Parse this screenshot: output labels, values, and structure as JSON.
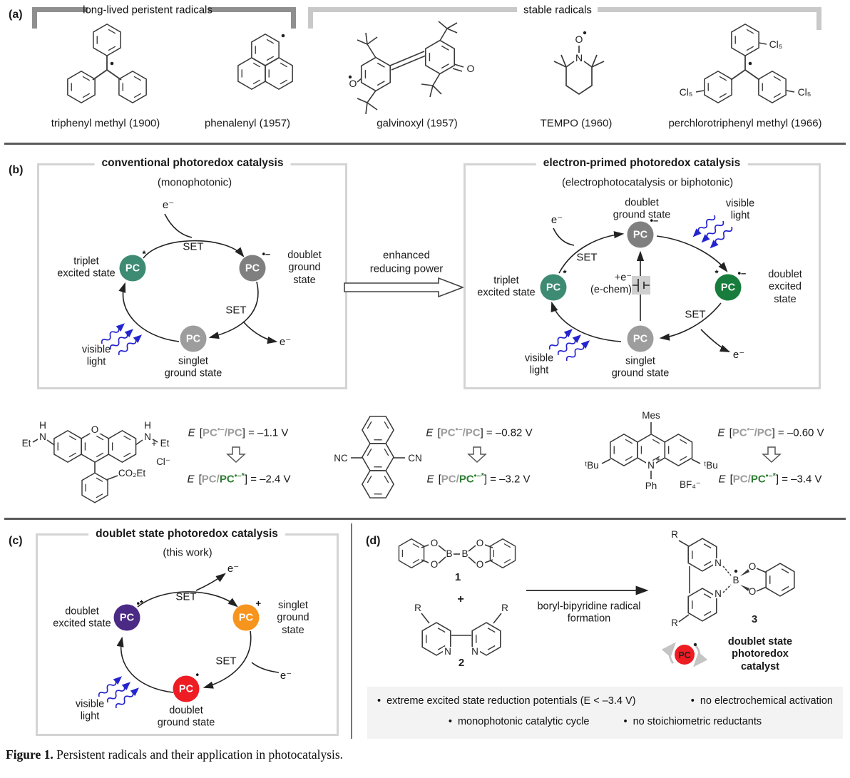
{
  "colors": {
    "triplet_green": "#3d8b72",
    "doublet_excited_green": "#187d3c",
    "gray_dark": "#7f7f7f",
    "gray_light": "#9d9d9d",
    "purple": "#4b2a85",
    "orange": "#f7941d",
    "red": "#ee1c23",
    "light_arrow_blue": "#2424cf",
    "green_text": "#2e7d32",
    "gray_text": "#9b9b9b"
  },
  "panel_a": {
    "label": "(a)",
    "group1_title": "long-lived peristent radicals",
    "group2_title": "stable radicals",
    "mol1_name": "triphenyl methyl (1900)",
    "mol2_name": "phenalenyl (1957)",
    "mol3_name": "galvinoxyl (1957)",
    "mol4_name": "TEMPO (1960)",
    "mol5_name": "perchlorotriphenyl methyl (1966)",
    "galvinoxyl": {
      "o_left": "O",
      "o_right": "O"
    },
    "tempo": {
      "o": "O",
      "n": "N"
    },
    "pctm": {
      "cl_top": "Cl₅",
      "cl_left": "Cl₅",
      "cl_right": "Cl₅"
    }
  },
  "panel_b": {
    "label": "(b)",
    "left": {
      "title": "conventional photoredox catalysis",
      "subtitle": "(monophotonic)",
      "e_in": "e⁻",
      "e_out": "e⁻",
      "set1": "SET",
      "set2": "SET",
      "light": "visible\nlight",
      "triplet": {
        "pc": "PC",
        "sup": "*",
        "label": "triplet\nexcited state"
      },
      "doublet": {
        "pc": "PC",
        "sup": "•–",
        "label": "doublet\nground state"
      },
      "singlet": {
        "pc": "PC",
        "sup": "",
        "label": "singlet\nground state"
      }
    },
    "arrow": {
      "line1": "enhanced",
      "line2": "reducing power"
    },
    "right": {
      "title": "electron-primed photoredox catalysis",
      "subtitle": "(electrophotocatalysis or biphotonic)",
      "e_in": "e⁻",
      "e_out": "e⁻",
      "set1": "SET",
      "set2": "SET",
      "light_top": "visible\nlight",
      "light_bottom": "visible\nlight",
      "echem": "+e⁻\n(e-chem)",
      "triplet": {
        "pc": "PC",
        "sup": "*",
        "label": "triplet\nexcited state"
      },
      "doublet_ground": {
        "pc": "PC",
        "sup": "•–",
        "label": "doublet\nground state"
      },
      "doublet_excited": {
        "sup_left": "*",
        "pc": "PC",
        "sup": "•–",
        "label": "doublet\nexcited state"
      },
      "singlet": {
        "pc": "PC",
        "sup": "",
        "label": "singlet\nground state"
      }
    },
    "catalysts": [
      {
        "top": {
          "e": "E",
          "open": " [",
          "pc1": "PC",
          "pc1s": "•–",
          "slash": "/",
          "pc2": "PC",
          "pc2s": "",
          "tail": "] = –1.1 V"
        },
        "bottom": {
          "e": "E",
          "open": " [",
          "pc1": "PC",
          "pc1s": "",
          "slash": "/",
          "pc2": "PC",
          "pc2s": "•–*",
          "tail": "] = –2.4 V"
        }
      },
      {
        "top": {
          "e": "E",
          "open": " [",
          "pc1": "PC",
          "pc1s": "•–",
          "slash": "/",
          "pc2": "PC",
          "pc2s": "",
          "tail": "] = –0.82 V"
        },
        "bottom": {
          "e": "E",
          "open": " [",
          "pc1": "PC",
          "pc1s": "",
          "slash": "/",
          "pc2": "PC",
          "pc2s": "•–*",
          "tail": "] = –3.2 V"
        }
      },
      {
        "top": {
          "e": "E",
          "open": " [",
          "pc1": "PC",
          "pc1s": "•–",
          "slash": "/",
          "pc2": "PC",
          "pc2s": "",
          "tail": "] = –0.60 V"
        },
        "bottom": {
          "e": "E",
          "open": " [",
          "pc1": "PC",
          "pc1s": "",
          "slash": "/",
          "pc2": "PC",
          "pc2s": "•–*",
          "tail": "] = –3.4 V"
        }
      }
    ],
    "rhodamine": {
      "et_l": "Et",
      "h_l": "H",
      "n_l": "N",
      "o": "O",
      "h_r": "H",
      "n_r": "N",
      "plus": "+",
      "et_r": "Et",
      "cl": "Cl⁻",
      "ester": "CO₂Et"
    },
    "dca": {
      "nc": "NC",
      "cn": "CN"
    },
    "acridinium": {
      "mes": "Mes",
      "tbu_l": "ᵗBu",
      "tbu_r": "ᵗBu",
      "n": "N",
      "plus": "+",
      "ph": "Ph",
      "bf4": "BF₄⁻"
    }
  },
  "panel_c": {
    "label": "(c)",
    "title": "doublet state photoredox catalysis",
    "subtitle": "(this work)",
    "e_top": "e⁻",
    "e_right": "e⁻",
    "set1": "SET",
    "set2": "SET",
    "light": "visible\nlight",
    "excited": {
      "pc": "PC",
      "sup": "•*",
      "label": "doublet\nexcited state"
    },
    "singlet": {
      "pc": "PC",
      "sup": "+",
      "label": "singlet\nground state"
    },
    "ground": {
      "pc": "PC",
      "sup": "•",
      "label": "doublet\nground state"
    }
  },
  "panel_d": {
    "label": "(d)",
    "num1": "1",
    "plus": "+",
    "num2": "2",
    "num3": "3",
    "arrow_label": "boryl-bipyridine radical\nformation",
    "b2cat2": {
      "o1": "O",
      "o2": "O",
      "o3": "O",
      "o4": "O",
      "b1": "B",
      "b2": "B"
    },
    "bipy": {
      "r1": "R",
      "r2": "R",
      "n1": "N",
      "n2": "N"
    },
    "product": {
      "r1": "R",
      "r2": "R",
      "n1": "N",
      "n2": "N",
      "b": "B",
      "o1": "O",
      "o2": "O"
    },
    "catalyst": {
      "pc": "PC",
      "sup": "•",
      "label": "doublet state\nphotoredox catalyst"
    },
    "bullets": {
      "marker": "•",
      "b1": "extreme excited state reduction potentials (E < –3.4 V)",
      "b2": "no electrochemical activation",
      "b3": "monophotonic catalytic cycle",
      "b4": "no stoichiometric reductants"
    }
  },
  "caption": {
    "bold": "Figure 1.",
    "rest": " Persistent radicals and their application in photocatalysis."
  }
}
